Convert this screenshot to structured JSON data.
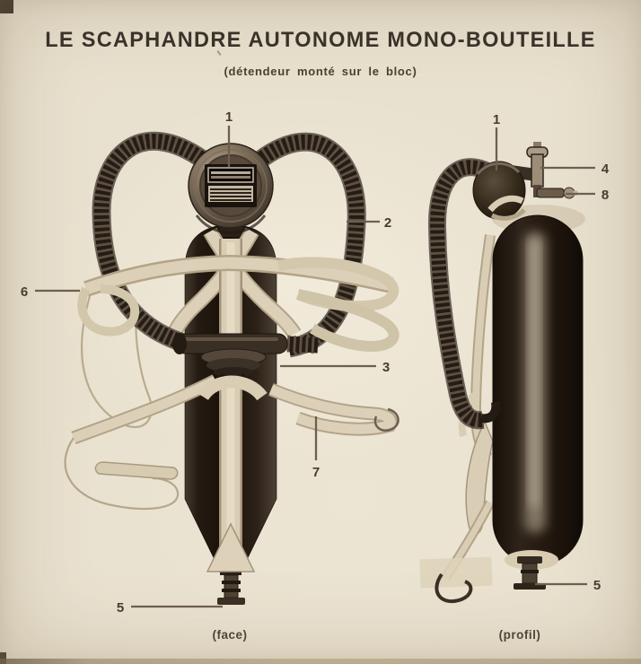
{
  "page": {
    "title": "LE SCAPHANDRE AUTONOME MONO-BOUTEILLE",
    "subtitle": "(détendeur monté sur le bloc)"
  },
  "figures": [
    {
      "id": "face",
      "caption": "(face)"
    },
    {
      "id": "profil",
      "caption": "(profil)"
    }
  ],
  "callouts": [
    {
      "n": "1",
      "view": "face"
    },
    {
      "n": "2",
      "view": "face"
    },
    {
      "n": "3",
      "view": "face"
    },
    {
      "n": "5",
      "view": "face"
    },
    {
      "n": "6",
      "view": "face"
    },
    {
      "n": "7",
      "view": "face"
    },
    {
      "n": "1",
      "view": "profil"
    },
    {
      "n": "4",
      "view": "profil"
    },
    {
      "n": "8",
      "view": "profil"
    },
    {
      "n": "5",
      "view": "profil"
    }
  ],
  "colors": {
    "paper": "#e9e1cf",
    "ink": "#36312a",
    "leader_line": "#6d6051",
    "strap_cream": "#d9ceb5",
    "strap_shadow": "#b3a488",
    "tank_dark": "#1a120b",
    "hose_dark": "#241c15",
    "metal": "#9c8d79"
  }
}
